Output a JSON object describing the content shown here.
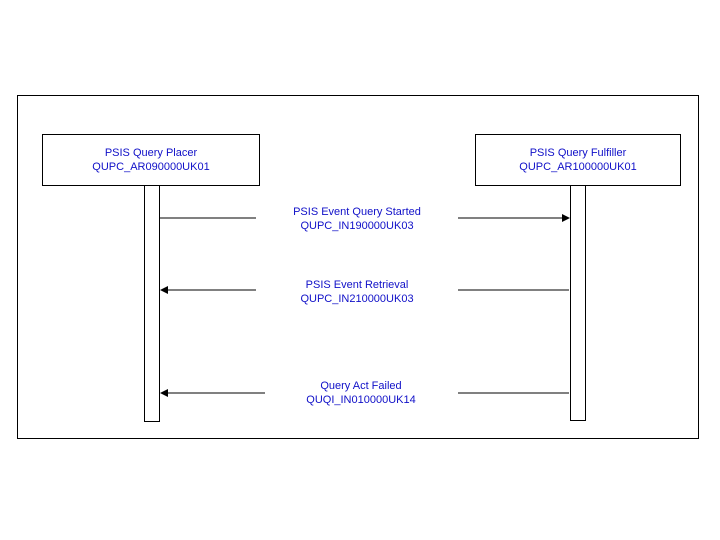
{
  "roles": {
    "placer": {
      "name": "PSIS Query Placer",
      "id": "QUPC_AR090000UK01"
    },
    "fulfiller": {
      "name": "PSIS Query Fulfiller",
      "id": "QUPC_AR100000UK01"
    }
  },
  "messages": [
    {
      "name": "PSIS Event Query Started",
      "id": "QUPC_IN190000UK03",
      "direction": "placer-to-fulfiller"
    },
    {
      "name": "PSIS Event Retrieval",
      "id": "QUPC_IN210000UK03",
      "direction": "fulfiller-to-placer"
    },
    {
      "name": "Query Act Failed",
      "id": "QUQI_IN010000UK14",
      "direction": "fulfiller-to-placer"
    }
  ],
  "colors": {
    "text": "#1010c8",
    "lines": "#000000"
  }
}
